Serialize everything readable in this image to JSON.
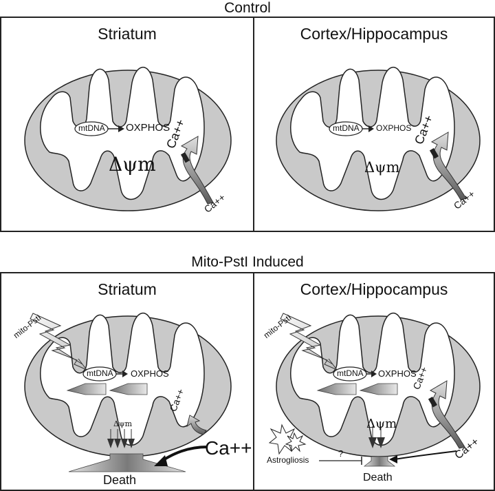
{
  "sections": {
    "control": "Control",
    "induced": "Mito-PstI Induced"
  },
  "panels": {
    "control_striatum": {
      "title": "Striatum",
      "mtdna": "mtDNA",
      "oxphos": "OXPHOS",
      "ca_inside": "Ca++",
      "ca_outside": "Ca++",
      "dpsi": "Δψm"
    },
    "control_cortex": {
      "title": "Cortex/Hippocampus",
      "mtdna": "mtDNA",
      "oxphos": "OXPHOS",
      "ca_inside": "Ca++",
      "ca_outside": "Ca++",
      "dpsi": "Δψm"
    },
    "induced_striatum": {
      "title": "Striatum",
      "mito_pstI": "mito-PstI",
      "mtdna": "mtDNA",
      "oxphos": "OXPHOS",
      "ca_inside": "Ca++",
      "ca_outside": "Ca++",
      "dpsi": "Δψm",
      "death": "Death"
    },
    "induced_cortex": {
      "title": "Cortex/Hippocampus",
      "mito_pstI": "mito-PstI",
      "mtdna": "mtDNA",
      "oxphos": "OXPHOS",
      "ca_inside": "Ca++",
      "ca_outside": "Ca++",
      "dpsi": "Δψm",
      "death": "Death",
      "astrogliosis": "Astrogliosis",
      "question": "?"
    }
  },
  "colors": {
    "outer_membrane_fill": "#c9c9c9",
    "matrix_fill": "#ffffff",
    "arrow_dark": "#555555",
    "arrow_gradient_light": "#dcdcdc",
    "stroke": "#222222"
  }
}
